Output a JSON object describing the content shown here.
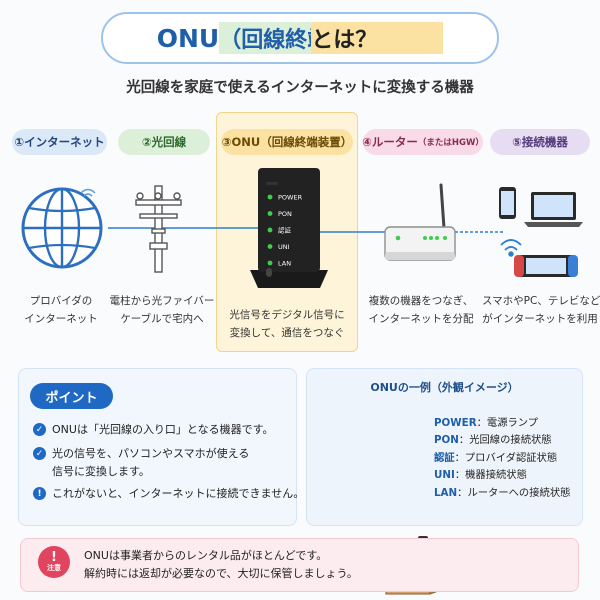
{
  "header": {
    "title_main": "ONU",
    "title_paren": "（回線終端装置）",
    "title_suffix": "とは？",
    "subtitle": "光回線を家庭で使えるインターネットに変換する機器"
  },
  "steps": [
    {
      "label": "①インターネット",
      "caption_lines": [
        "プロバイダの",
        "インターネット"
      ]
    },
    {
      "label": "②光回線",
      "caption_lines": [
        "電柱から光ファイバー",
        "ケーブルで宅内へ"
      ]
    },
    {
      "label": "③ONU（回線終端装置）",
      "caption_lines": [
        "光信号をデジタル信号に",
        "変換して、通信をつなぐ"
      ]
    },
    {
      "label": "④ルーター",
      "label_small": "（またはHGW）",
      "caption_lines": [
        "複数の機器をつなぎ、",
        "インターネットを分配"
      ]
    },
    {
      "label": "⑤接続機器",
      "caption_lines": [
        "スマホやPC、テレビなど",
        "がインターネットを利用"
      ]
    }
  ],
  "device_leds": [
    "POWER",
    "PON",
    "認証",
    "UNI",
    "LAN"
  ],
  "points": {
    "badge": "ポイント",
    "items": [
      {
        "icon": "check",
        "lines": [
          "ONUは「光回線の入り口」となる機器です。"
        ]
      },
      {
        "icon": "check",
        "lines": [
          "光の信号を、パソコンやスマホが使える",
          "信号に変換します。"
        ]
      },
      {
        "icon": "exclamation",
        "lines": [
          "これがないと、インターネットに接続できません。"
        ]
      }
    ]
  },
  "example": {
    "title": "ONUの一例（外観イメージ）",
    "leds": [
      {
        "name": "POWER",
        "desc": "：電源ランプ"
      },
      {
        "name": "PON",
        "desc": "：光回線の接続状態"
      },
      {
        "name": "認証",
        "desc": "：プロバイダ認証状態"
      },
      {
        "name": "UNI",
        "desc": "：機器接続状態"
      },
      {
        "name": "LAN",
        "desc": "：ルーターへの接続状態"
      }
    ]
  },
  "notice": {
    "icon_label": "注意",
    "lines": [
      "ONUは事業者からのレンタル品がほとんどです。",
      "解約時には返却が必要なので、大切に保管しましょう。"
    ]
  },
  "colors": {
    "brand_blue": "#1e5eaa",
    "led_green": "#3ccf4e",
    "warn_red": "#e0445e"
  }
}
